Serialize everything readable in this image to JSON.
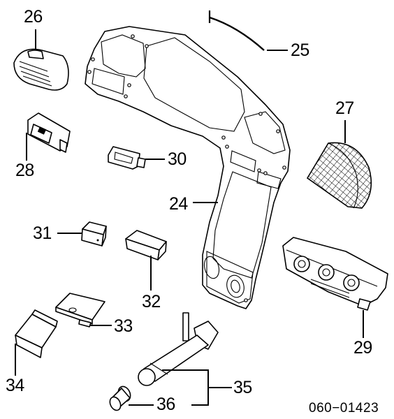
{
  "diagram": {
    "part_labels": {
      "p24": "24",
      "p25": "25",
      "p26": "26",
      "p27": "27",
      "p28": "28",
      "p29": "29",
      "p30": "30",
      "p31": "31",
      "p32": "32",
      "p33": "33",
      "p34": "34",
      "p35": "35",
      "p36": "36"
    },
    "drawing_code": "060−01423"
  }
}
